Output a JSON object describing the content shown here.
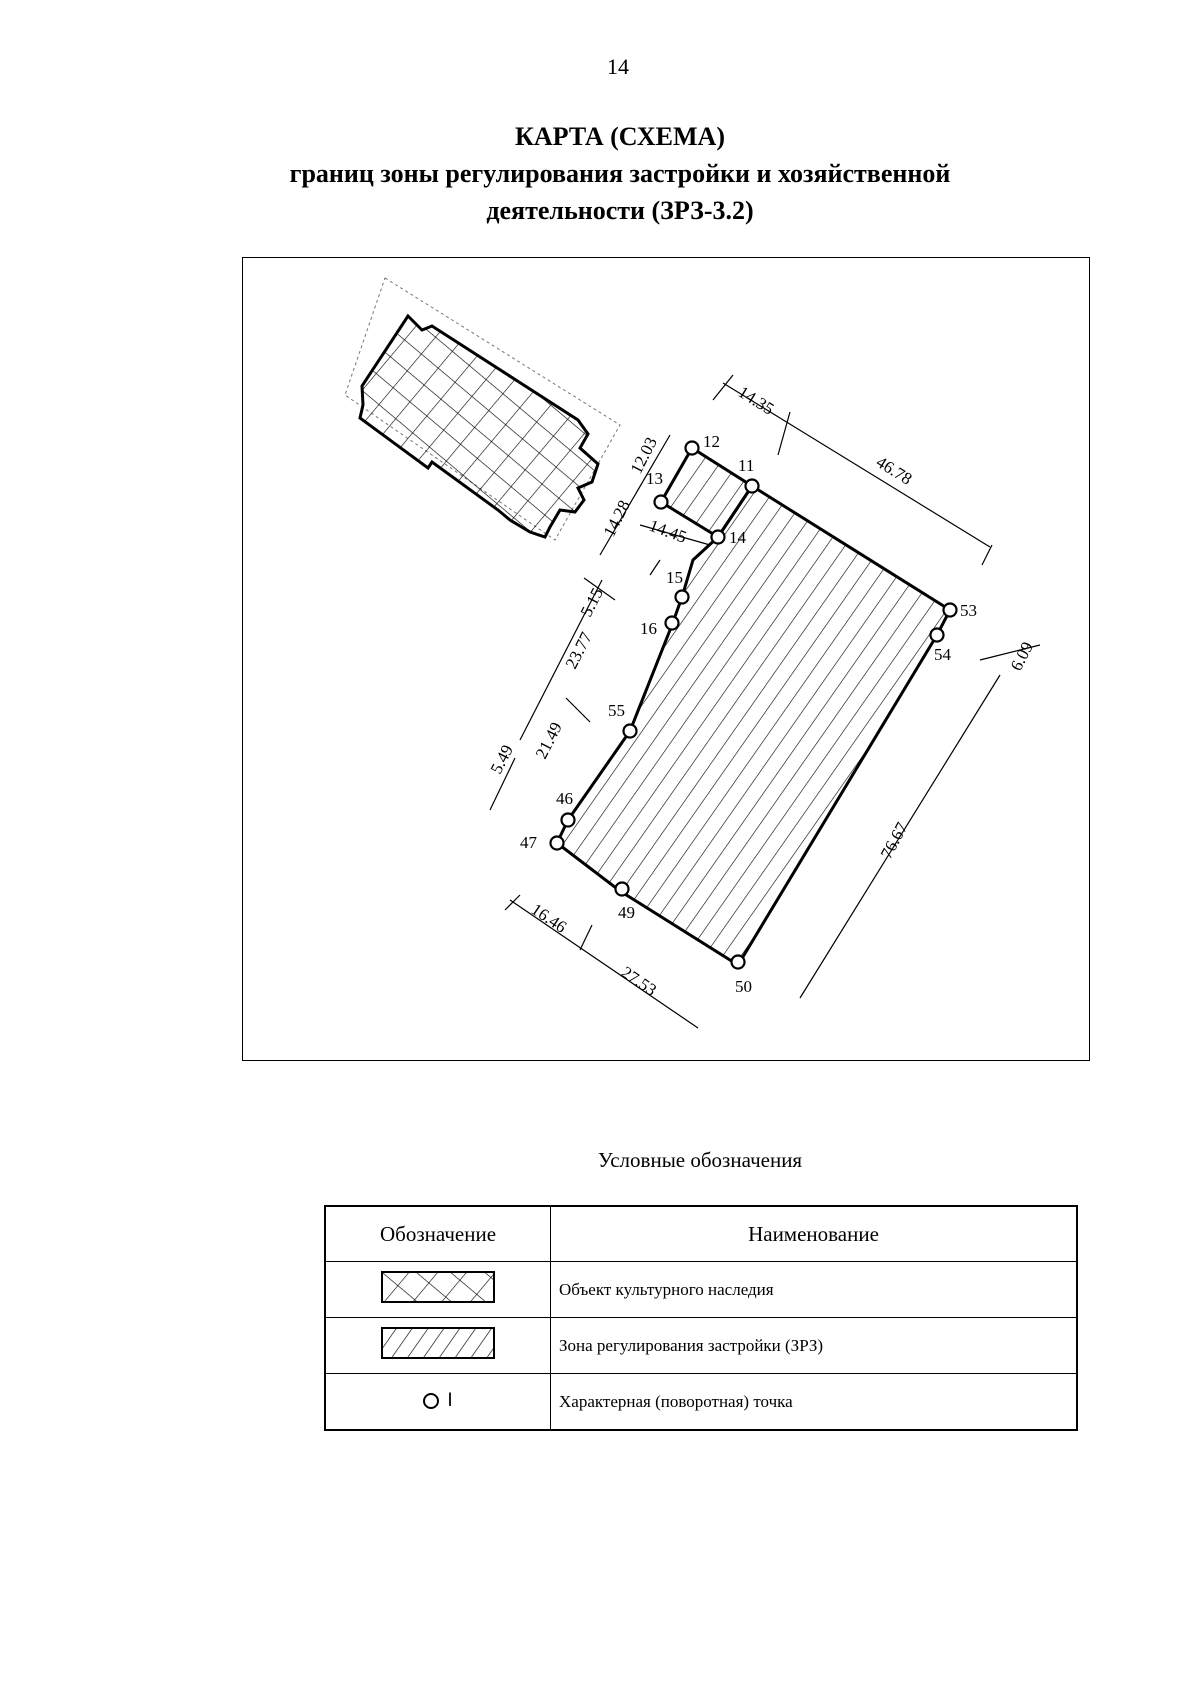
{
  "page_number": "14",
  "title": {
    "line1": "КАРТА (СХЕМА)",
    "line2": "границ зоны регулирования застройки и хозяйственной",
    "line3": "деятельности (ЗРЗ-3.2)"
  },
  "points": [
    {
      "label": "12"
    },
    {
      "label": "11"
    },
    {
      "label": "13"
    },
    {
      "label": "14"
    },
    {
      "label": "15"
    },
    {
      "label": "16"
    },
    {
      "label": "53"
    },
    {
      "label": "54"
    },
    {
      "label": "55"
    },
    {
      "label": "46"
    },
    {
      "label": "47"
    },
    {
      "label": "49"
    },
    {
      "label": "50"
    }
  ],
  "dimensions": [
    {
      "value": "14.35"
    },
    {
      "value": "46.78"
    },
    {
      "value": "12.03"
    },
    {
      "value": "14.28"
    },
    {
      "value": "14.45"
    },
    {
      "value": "5.15"
    },
    {
      "value": "23.77"
    },
    {
      "value": "21.49"
    },
    {
      "value": "5.49"
    },
    {
      "value": "6.09"
    },
    {
      "value": "76.67"
    },
    {
      "value": "16.46"
    },
    {
      "value": "27.53"
    }
  ],
  "legend": {
    "title": "Условные обозначения",
    "header_symbol": "Обозначение",
    "header_name": "Наименование",
    "rows": [
      {
        "name": "Объект культурного наследия",
        "symbol": "crosshatch-swatch"
      },
      {
        "name": "Зона регулирования застройки (ЗРЗ)",
        "symbol": "diagonal-hatch-swatch"
      },
      {
        "name": "Характерная (поворотная) точка",
        "symbol": "point-circle-icon"
      }
    ]
  }
}
